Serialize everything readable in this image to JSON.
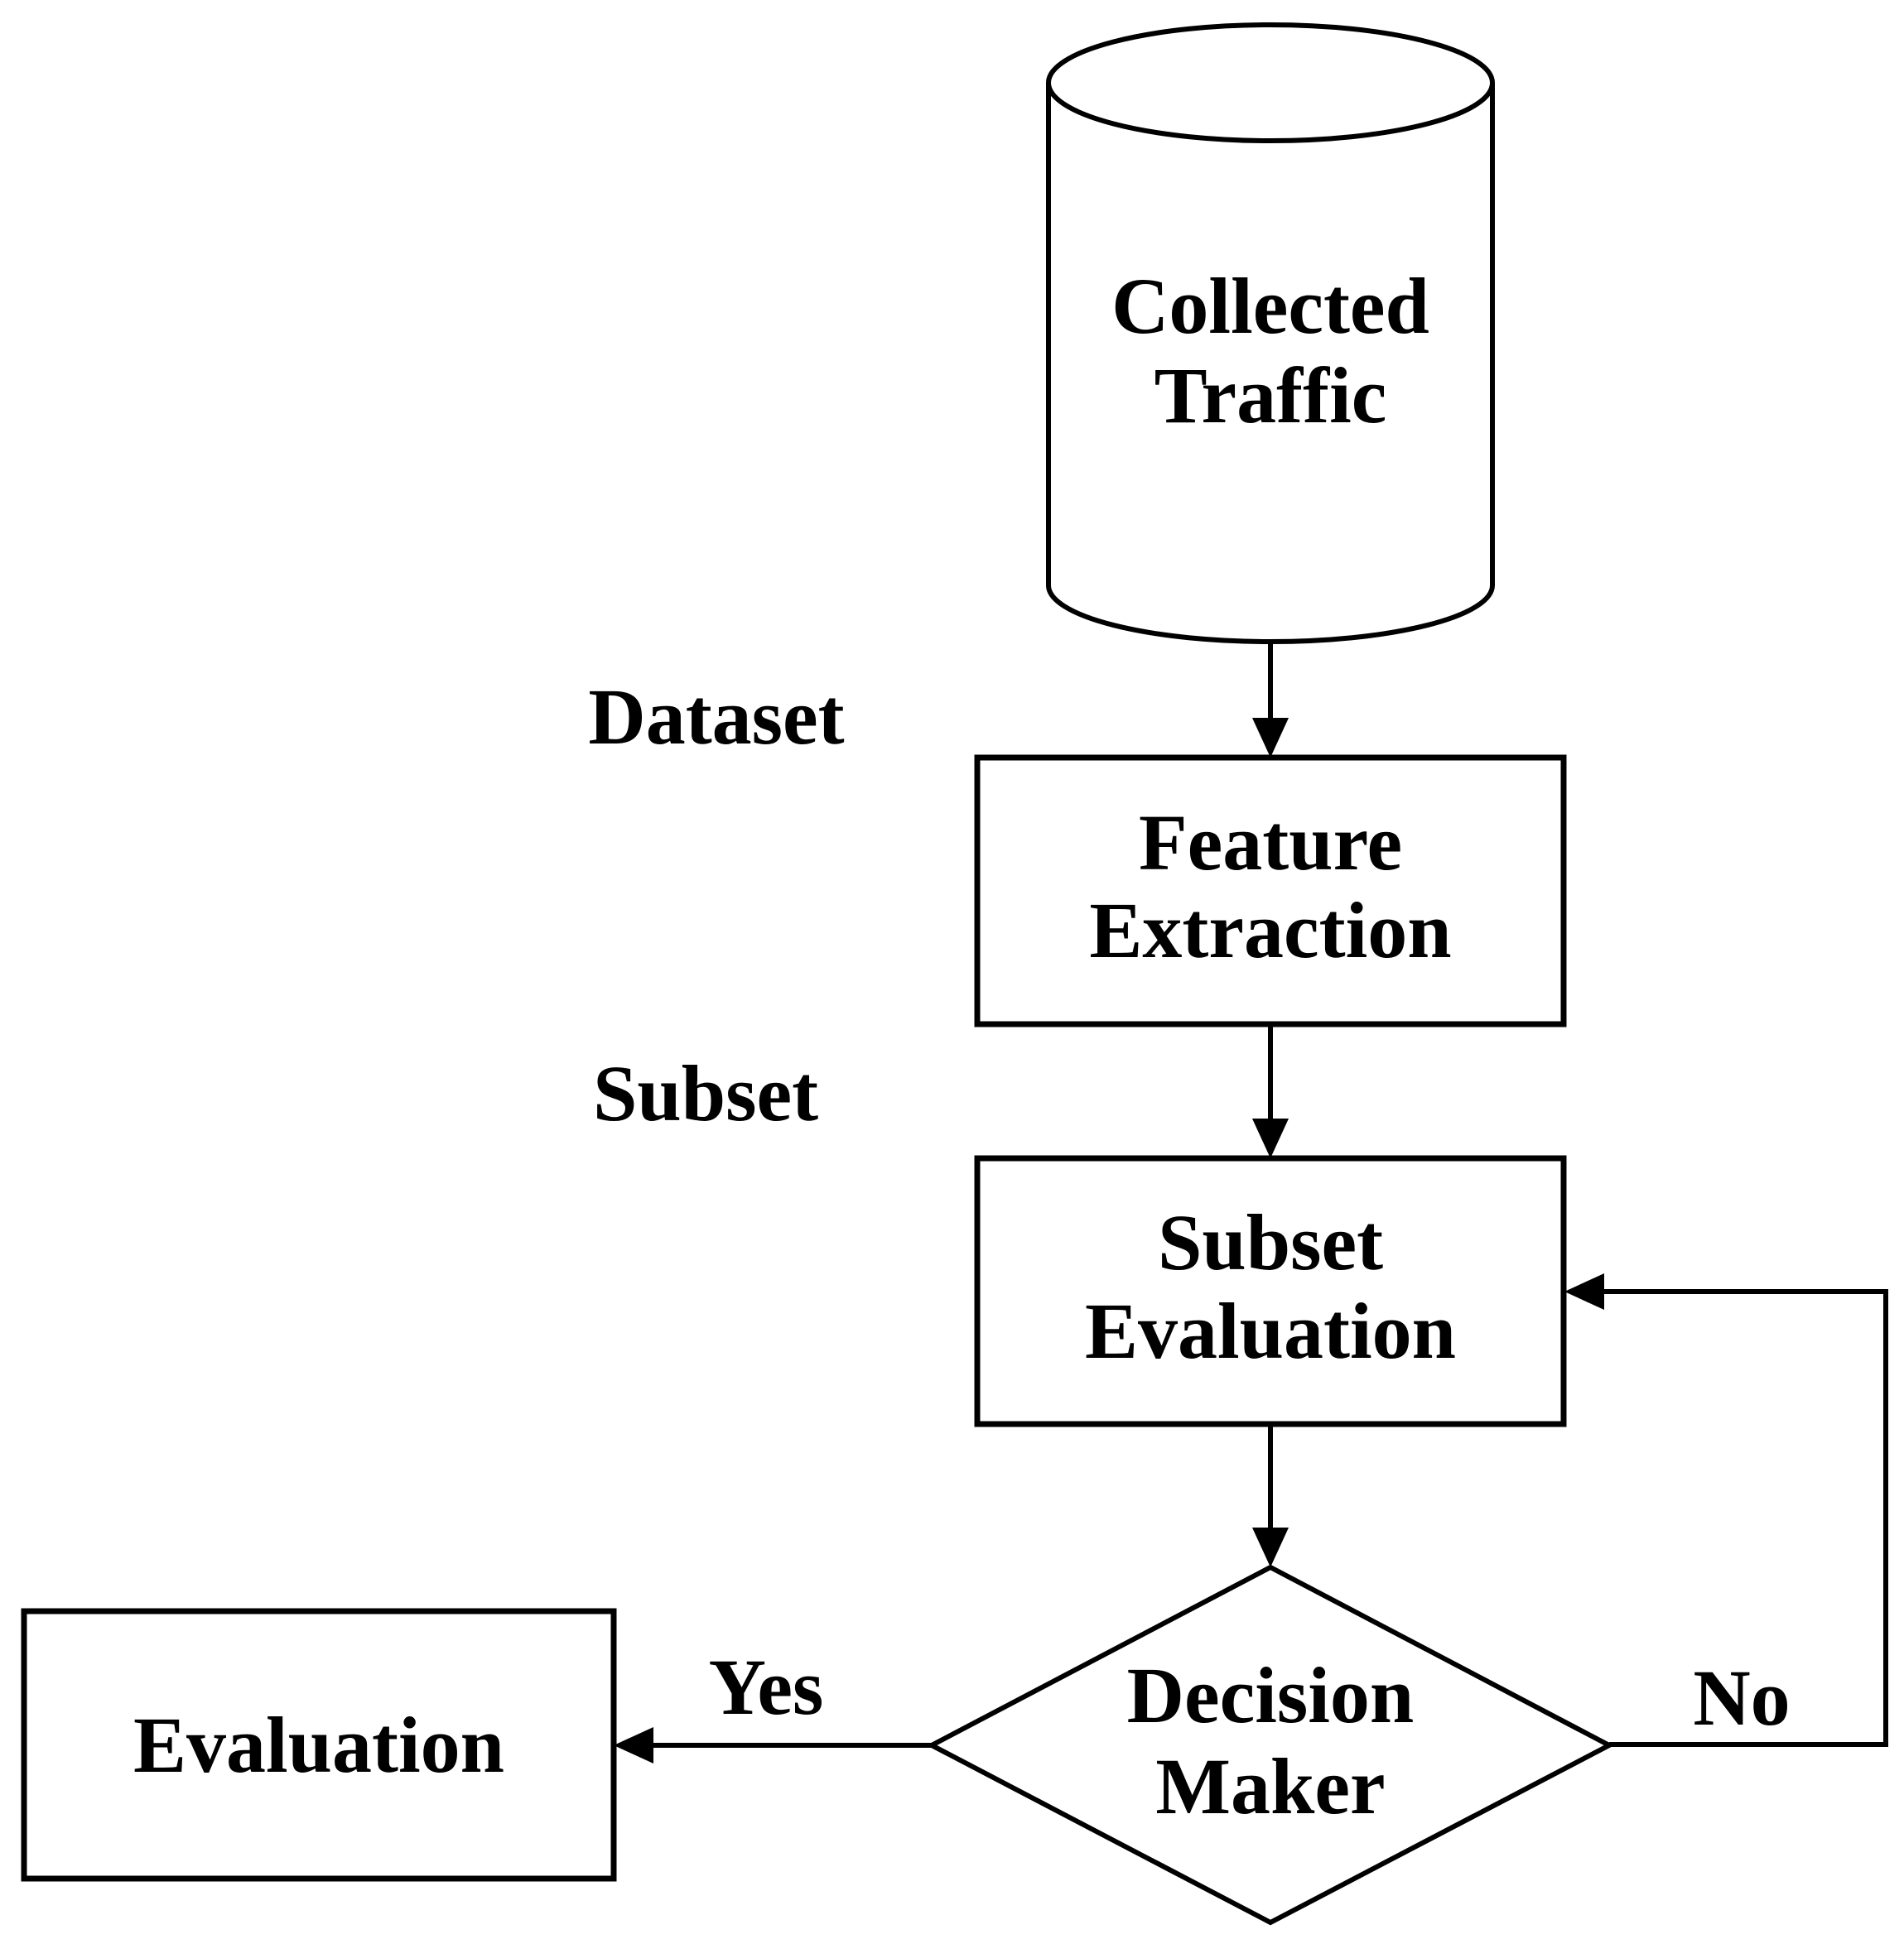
{
  "diagram": {
    "colors": {
      "stroke": "#000000",
      "background": "#ffffff"
    },
    "nodes": {
      "collected_traffic": {
        "type": "cylinder",
        "lines": [
          "Collected",
          "Traffic"
        ]
      },
      "feature_extraction": {
        "type": "process",
        "lines": [
          "Feature",
          "Extraction"
        ]
      },
      "subset_evaluation": {
        "type": "process",
        "lines": [
          "Subset",
          "Evaluation"
        ]
      },
      "decision_maker": {
        "type": "decision",
        "lines": [
          "Decision",
          "Maker"
        ]
      },
      "evaluation": {
        "type": "process",
        "lines": [
          "Evaluation"
        ]
      }
    },
    "edge_labels": {
      "dataset": "Dataset",
      "subset": "Subset",
      "yes": "Yes",
      "no": "No"
    }
  }
}
